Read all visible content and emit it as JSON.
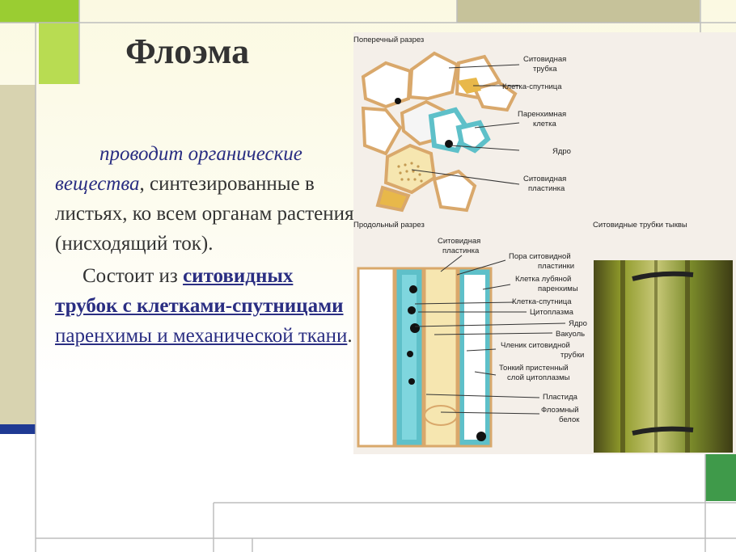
{
  "slide": {
    "title": "Флоэма",
    "p1": {
      "term": "проводит органические вещества",
      "rest": ", синтезированные в листьях, ко всем органам растения (нисходящий ток)."
    },
    "p2": {
      "lead": "Состоит из ",
      "bold_link": "ситовидных трубок с клетками-спутницами ",
      "link1": "паренхимы и механической ткани",
      "end": "."
    }
  },
  "figure": {
    "cross_title": "Поперечный разрез",
    "long_title": "Продольный разрез",
    "photo_title": "Ситовидные трубки тыквы",
    "cross_labels": [
      "Ситовидная",
      "трубка",
      "Клетка-спутница",
      "Паренхимная",
      "клетка",
      "Ядро",
      "Ситовидная",
      "пластинка"
    ],
    "long_labels": [
      "Ситовидная",
      "пластинка",
      "Пора ситовидной",
      "пластинки",
      "Клетка лубяной",
      "паренхимы",
      "Клетка-спутница",
      "Цитоплазма",
      "Ядро",
      "Вакуоль",
      "Членик ситовидной",
      "трубки",
      "Тонкий пристенный",
      "слой цитоплазмы",
      "Пластида",
      "Флоэмный",
      "белок"
    ]
  },
  "colors": {
    "accent_green": "#9acd32",
    "accent_blue": "#1f3a93",
    "accent_olive": "#c6c29a",
    "cell_wall": "#d9a86b",
    "sieve_fill": "#7fd6de",
    "companion_fill": "#e8b84a"
  }
}
